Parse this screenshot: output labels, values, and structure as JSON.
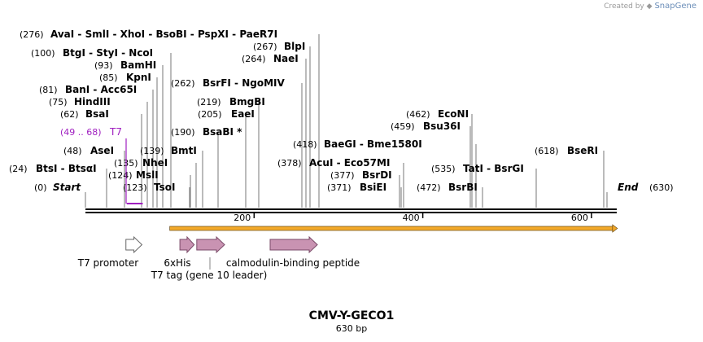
{
  "credit": {
    "prefix": "Created by",
    "brand": "SnapGene"
  },
  "sequence": {
    "name": "CMV-Y-GECO1",
    "length_label": "630 bp",
    "length": 630
  },
  "ends": {
    "start_label": "Start",
    "start_pos": "(0)",
    "end_label": "End",
    "end_pos": "(630)"
  },
  "ruler": {
    "ticks": [
      {
        "pos": 200,
        "label": "200"
      },
      {
        "pos": 400,
        "label": "400"
      },
      {
        "pos": 600,
        "label": "600"
      }
    ]
  },
  "sites": [
    {
      "pos": "(276)",
      "names": [
        "AvaI",
        "SmlI",
        "XhoI",
        "BsoBI",
        "PspXI",
        "PaeR7I"
      ],
      "bp": 276
    },
    {
      "pos": "(100)",
      "names": [
        "BtgI",
        "StyI",
        "NcoI"
      ],
      "bp": 100
    },
    {
      "pos": "(93)",
      "names": [
        "BamHI"
      ],
      "bp": 93
    },
    {
      "pos": "(85)",
      "names": [
        "KpnI"
      ],
      "bp": 85
    },
    {
      "pos": "(81)",
      "names": [
        "BanI",
        "Acc65I"
      ],
      "bp": 81
    },
    {
      "pos": "(75)",
      "names": [
        "HindIII"
      ],
      "bp": 75
    },
    {
      "pos": "(62)",
      "names": [
        "BsaI"
      ],
      "bp": 62
    },
    {
      "pos": "(48)",
      "names": [
        "AseI"
      ],
      "bp": 48
    },
    {
      "pos": "(24)",
      "names": [
        "BtsI",
        "BtsαI"
      ],
      "bp": 24
    },
    {
      "pos": "(139)",
      "names": [
        "BmtI"
      ],
      "bp": 139
    },
    {
      "pos": "(135)",
      "names": [
        "NheI"
      ],
      "bp": 135
    },
    {
      "pos": "(124)",
      "names": [
        "MslI"
      ],
      "bp": 124
    },
    {
      "pos": "(123)",
      "names": [
        "TsoI"
      ],
      "bp": 123
    },
    {
      "pos": "(267)",
      "names": [
        "BlpI"
      ],
      "bp": 267
    },
    {
      "pos": "(264)",
      "names": [
        "NaeI"
      ],
      "bp": 264
    },
    {
      "pos": "(262)",
      "names": [
        "BsrFI",
        "NgoMIV"
      ],
      "bp": 262
    },
    {
      "pos": "(219)",
      "names": [
        "BmgBI"
      ],
      "bp": 219
    },
    {
      "pos": "(205)",
      "names": [
        "EaeI"
      ],
      "bp": 205
    },
    {
      "pos": "(190)",
      "names": [
        "BsaBI *"
      ],
      "bp": 190
    },
    {
      "pos": "(418)",
      "names": [
        "BaeGI",
        "Bme1580I"
      ],
      "bp": 418
    },
    {
      "pos": "(378)",
      "names": [
        "AcuI",
        "Eco57MI"
      ],
      "bp": 378
    },
    {
      "pos": "(377)",
      "names": [
        "BsrDI"
      ],
      "bp": 377
    },
    {
      "pos": "(371)",
      "names": [
        "BsiEI"
      ],
      "bp": 371
    },
    {
      "pos": "(462)",
      "names": [
        "EcoNI"
      ],
      "bp": 462
    },
    {
      "pos": "(459)",
      "names": [
        "Bsu36I"
      ],
      "bp": 459
    },
    {
      "pos": "(535)",
      "names": [
        "TatI",
        "BsrGI"
      ],
      "bp": 535
    },
    {
      "pos": "(472)",
      "names": [
        "BsrBI"
      ],
      "bp": 472
    },
    {
      "pos": "(618)",
      "names": [
        "BseRI"
      ],
      "bp": 618
    }
  ],
  "primer": {
    "range": "(49 .. 68)",
    "name": "T7",
    "start": 49,
    "end": 68,
    "color": "#a020c0"
  },
  "orf": {
    "start": 100,
    "end": 625,
    "color": "#f3a92a"
  },
  "features": [
    {
      "name": "T7 promoter",
      "start": 48,
      "end": 67,
      "type": "promoter"
    },
    {
      "name": "6xHis",
      "start": 112,
      "end": 129,
      "type": "tag"
    },
    {
      "name": "T7 tag (gene 10 leader)",
      "start": 132,
      "end": 165,
      "type": "tag"
    },
    {
      "name": "calmodulin-binding peptide",
      "start": 219,
      "end": 275,
      "type": "peptide"
    }
  ],
  "colors": {
    "feature_fill": "#c993b2",
    "feature_stroke": "#7a4a68",
    "promoter_fill": "#ffffff",
    "backbone": "#000000"
  }
}
